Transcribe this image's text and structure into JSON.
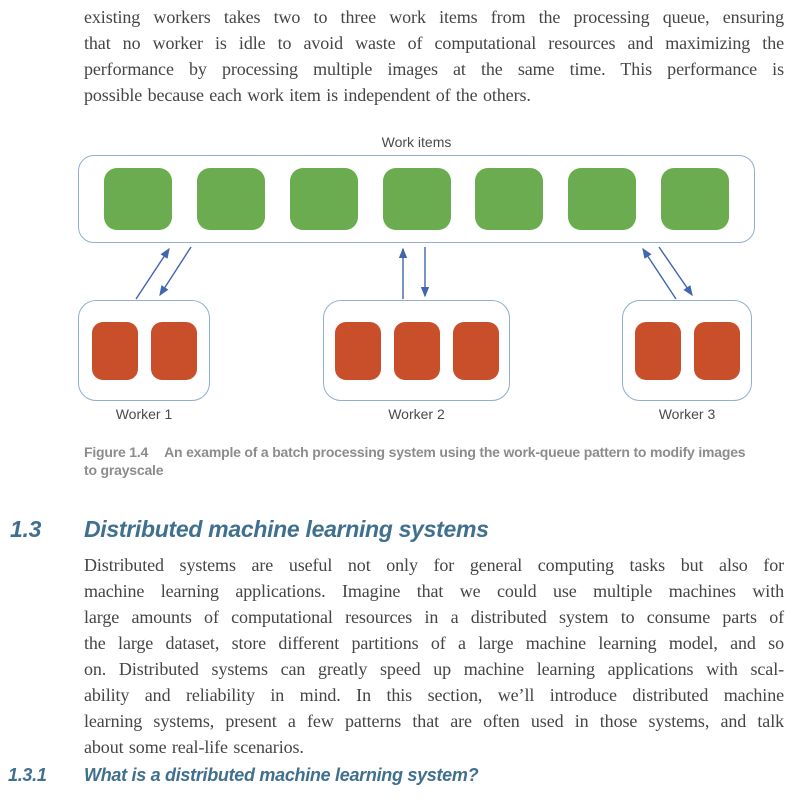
{
  "paragraph_top": {
    "lines": [
      "existing workers takes two to three work items from the processing queue, ensuring",
      "that no worker is idle to avoid waste of computational resources and maximizing the",
      "performance by processing multiple images at the same time. This performance is",
      "possible because each work item is independent of the others."
    ]
  },
  "figure": {
    "work_items_label": "Work items",
    "work_items_count": 7,
    "workers": [
      {
        "label": "Worker 1",
        "task_count": 2
      },
      {
        "label": "Worker 2",
        "task_count": 3
      },
      {
        "label": "Worker 3",
        "task_count": 2
      }
    ],
    "colors": {
      "work_item_green": "#6aac4f",
      "task_red": "#c94f2b",
      "box_border": "#92aed0",
      "arrow": "#3f66ae"
    }
  },
  "caption": {
    "label": "Figure 1.4",
    "line1": "An example of a batch processing system using the work-queue pattern to modify images",
    "line2": "to grayscale"
  },
  "section": {
    "number": "1.3",
    "title": "Distributed machine learning systems"
  },
  "paragraph_section": {
    "lines": [
      "Distributed systems are useful not only for general computing tasks but also for",
      "machine learning applications. Imagine that we could use multiple machines with",
      "large amounts of computational resources in a distributed system to consume parts of",
      "the large dataset, store different partitions of a large machine learning model, and so",
      "on. Distributed systems can greatly speed up machine learning applications with scal-",
      "ability and reliability in mind. In this section, we’ll introduce distributed machine",
      "learning systems, present a few patterns that are often used in those systems, and talk",
      "about some real-life scenarios."
    ]
  },
  "subsection": {
    "number": "1.3.1",
    "title": "What is a distributed machine learning system?"
  }
}
